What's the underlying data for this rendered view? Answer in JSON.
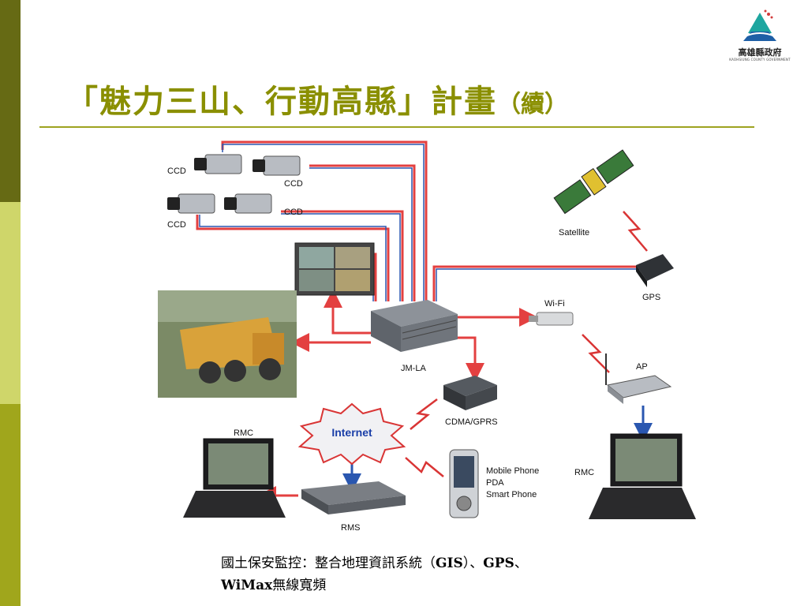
{
  "slide": {
    "title_main": "「魅力三山、行動高縣」計畫",
    "title_sub": "（續）"
  },
  "logo": {
    "name": "高雄縣政府",
    "subtitle": "KAOHSIUNG COUNTY GOVERNMENT"
  },
  "diagram": {
    "labels": {
      "ccd": "CCD",
      "satellite": "Satellite",
      "gps": "GPS",
      "wifi": "Wi-Fi",
      "jmla": "JM-LA",
      "ap": "AP",
      "cdma": "CDMA/GPRS",
      "internet": "Internet",
      "rmc": "RMC",
      "rms": "RMS",
      "mobile_line1": "Mobile Phone",
      "mobile_line2": "PDA",
      "mobile_line3": "Smart Phone"
    },
    "colors": {
      "arrow_red": "#e34040",
      "arrow_blue": "#2a57b0",
      "internet_text": "#1b3fa8",
      "lightning": "#d93535"
    }
  },
  "caption": {
    "part1": "國土保安監控：整合地理資訊系統（",
    "gis": "GIS",
    "part2": "）、",
    "gps": "GPS",
    "part3": "、",
    "wimax": "WiMax",
    "part4": "無線寬頻"
  },
  "theme": {
    "bar_dark": "#666a14",
    "bar_light": "#cfd66a",
    "bar_mid": "#a0a61c",
    "title_color": "#8a8f00"
  }
}
